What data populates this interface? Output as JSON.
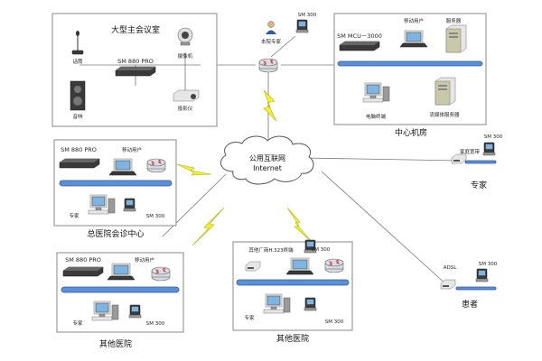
{
  "internet": {
    "line1": "公用互联网",
    "line2": "Internet"
  },
  "conference_room": {
    "title": "大型主会议室",
    "mcu": "SM 880 PRO",
    "microphone": "话筒",
    "camera": "摄像机",
    "speaker": "音响",
    "projector": "投影仪"
  },
  "local_expert": {
    "device": "SM 300",
    "label": "本院专家"
  },
  "data_center": {
    "caption": "中心机房",
    "mobile_user": "移动用户",
    "server": "服务器",
    "mcu": "SM MCU－3000",
    "terminal": "电脑终端",
    "media_server": "流媒体服务器"
  },
  "consult_center": {
    "caption": "总医院会诊中心",
    "mcu": "SM 880 PRO",
    "mobile_user": "移动用户",
    "expert": "专家",
    "device": "SM 300"
  },
  "remote_expert": {
    "device": "SM 300",
    "terminal": "家庭宽带",
    "caption": "专家"
  },
  "hospital_a": {
    "caption": "其他医院",
    "mcu": "SM 880 PRO",
    "mobile_user": "移动用户",
    "expert": "专家",
    "device": "SM 300"
  },
  "hospital_b": {
    "caption": "其他医院",
    "h323": "其他厂商H.323终端",
    "expert": "专家",
    "device": "SM 300"
  },
  "patient": {
    "device": "SM 300",
    "adsl": "ADSL",
    "caption": "患者"
  }
}
